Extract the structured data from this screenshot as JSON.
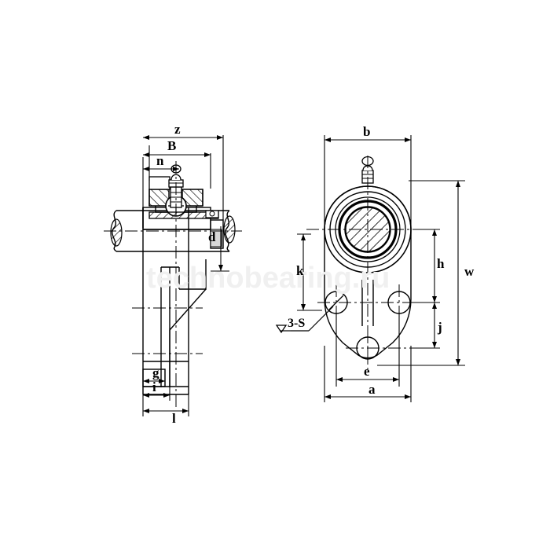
{
  "drawing": {
    "title": "Three-bolt flange bracket bearing unit dimensional drawing",
    "watermark": "technobearing.ru",
    "line_color": "#000000",
    "background_color": "#ffffff",
    "hatch_color": "#000000"
  },
  "side_view": {
    "name": "side-section-view",
    "labels": {
      "z": "z",
      "B": "B",
      "n": "n",
      "d": "d",
      "g": "g",
      "i": "i",
      "l": "l"
    }
  },
  "front_view": {
    "name": "front-view",
    "labels": {
      "b": "b",
      "k": "k",
      "h": "h",
      "w": "w",
      "j": "j",
      "e": "e",
      "a": "a",
      "bolt_note": "3-S"
    }
  }
}
